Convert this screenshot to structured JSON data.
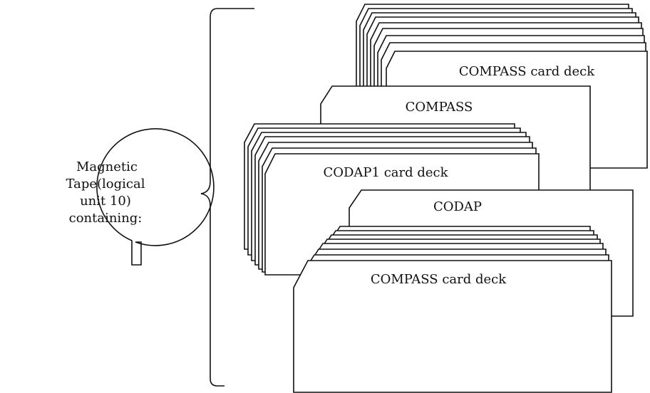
{
  "tape": {
    "line1": "Magnetic",
    "line2": "Tape(logical",
    "line3": "unit 10)",
    "line4": "containing:"
  },
  "cards": {
    "compass_deck_top": "COMPASS card deck",
    "compass": "COMPASS",
    "codap1_deck": "CODAP1 card deck",
    "codap": "CODAP",
    "compass_deck_bottom": "COMPASS card deck"
  }
}
